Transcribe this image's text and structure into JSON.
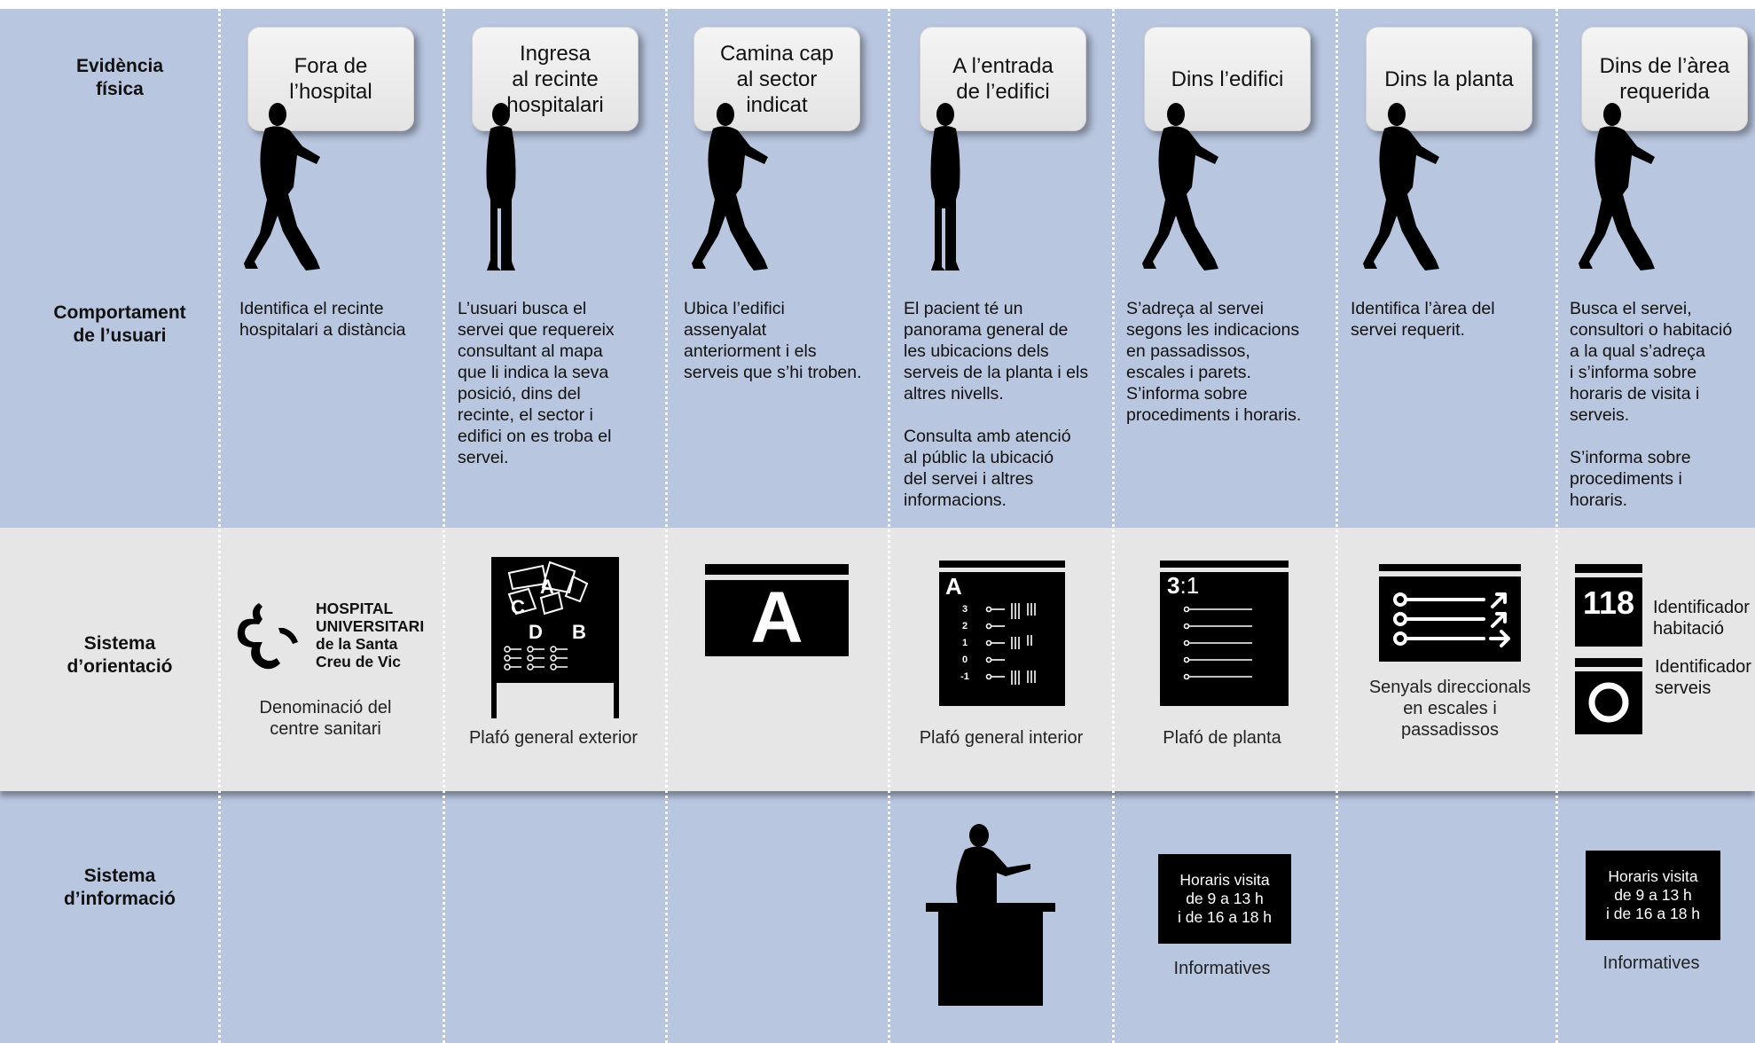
{
  "row_labels": {
    "evidence": "Evidència\nfísica",
    "behavior": "Comportament\nde l’usuari",
    "orientation": "Sistema\nd’orientació",
    "information": "Sistema\nd’informació"
  },
  "stages": [
    {
      "title": "Fora de\nl’hospital",
      "behavior": "Identifica el recinte\nhospitalari a distància",
      "pose": "walking"
    },
    {
      "title": "Ingresa\nal recinte\nhospitalari",
      "behavior": "L’usuari busca el\nservei que requereix\nconsultant al mapa\nque li indica la seva\nposició, dins del\nrecinte, el sector i\nedifici on es troba el\nservei.",
      "pose": "standing"
    },
    {
      "title": "Camina cap\nal sector\nindicat",
      "behavior": "Ubica l’edifici\nassenyalat\nanteriorment i els\nserveis que s’hi troben.",
      "pose": "walking"
    },
    {
      "title": "A l’entrada\nde l’edifici",
      "behavior": "El pacient té un\npanorama general de\nles ubicacions dels\nserveis de la planta i els\naltres nivells.\n\nConsulta amb atenció\nal públic la ubicació\ndel servei i altres\ninformacions.",
      "pose": "standing"
    },
    {
      "title": "Dins l’edifici",
      "behavior": "S’adreça al servei\nsegons les indicacions\nen passadissos,\nescales i parets.\nS’informa sobre\nprocediments i horaris.",
      "pose": "walking"
    },
    {
      "title": "Dins la planta",
      "behavior": "Identifica l’àrea del\nservei requerit.",
      "pose": "walking"
    },
    {
      "title": "Dins de l’àrea\nrequerida",
      "behavior": "Busca el servei,\nconsultori o habitació\na la qual s’adreça\ni s’informa sobre\nhoraris de visita i\nserveis.\n\nS’informa sobre\nprocediments i\nhoraris.",
      "pose": "walking"
    }
  ],
  "orientation": {
    "logo_text": "HOSPITAL\nUNIVERSITARI\nde la Santa\nCreu de Vic",
    "logo_caption": "Denominació del\ncentre sanitari",
    "exterior_caption": "Plafó general exterior",
    "exterior_map_letters": [
      "A",
      "C",
      "D",
      "B"
    ],
    "sector_letter": "A",
    "interior_letter": "A",
    "interior_levels": [
      "3",
      "2",
      "1",
      "0",
      "-1"
    ],
    "interior_caption": "Plafó general interior",
    "floor_number": "3",
    "floor_sub": ":1",
    "floor_caption": "Plafó de planta",
    "directional_caption": "Senyals direccionals\nen escales i\npassadissos",
    "room_number": "118",
    "room_id_label": "Identificador\nhabitació",
    "service_id_label": "Identificador\nserveis"
  },
  "information": {
    "hours_text": "Horaris visita\nde 9 a 13 h\ni de 16 a 18 h",
    "hours_caption": "Informatives"
  }
}
